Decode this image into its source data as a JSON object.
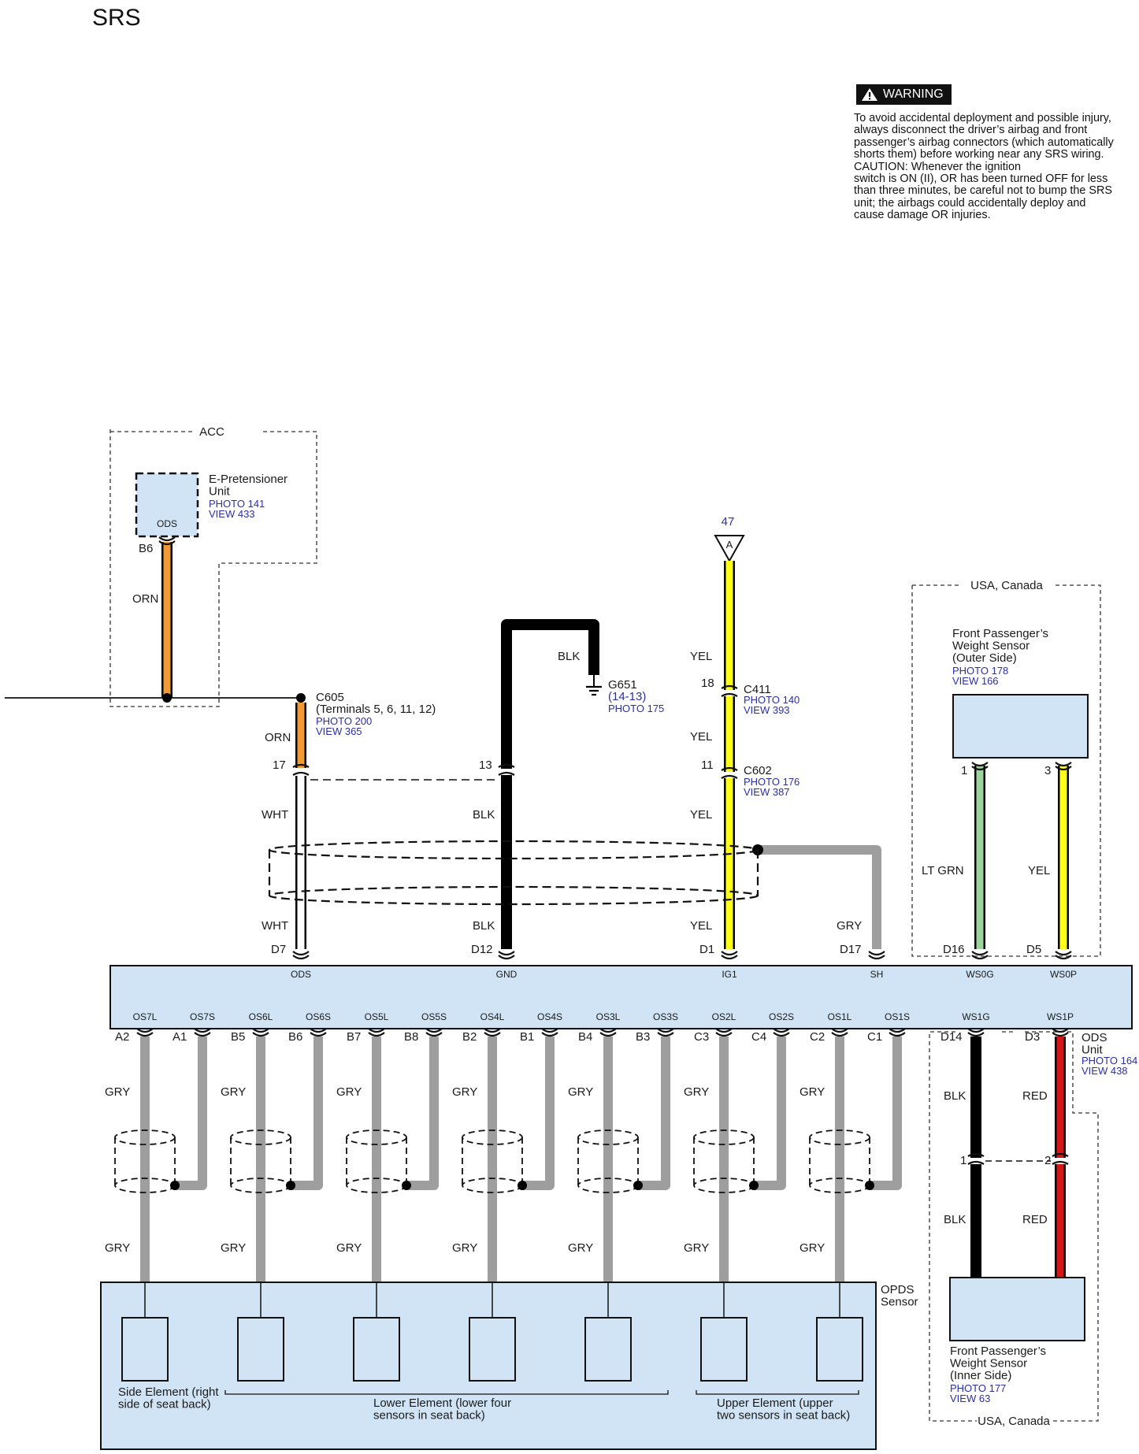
{
  "title": "SRS",
  "warning": {
    "label": "WARNING",
    "lines": [
      "To avoid accidental deployment and possible injury,",
      "always disconnect the driver’s airbag and front",
      "passenger’s airbag connectors (which automatically",
      "shorts them) before working near any SRS wiring.",
      "CAUTION: Whenever the ignition",
      "switch is ON (II), OR has been turned OFF for less",
      "than three minutes, be careful not to bump the SRS",
      "unit; the airbags could accidentally deploy and",
      "cause damage OR injuries."
    ]
  },
  "colors": {
    "ORN": "#f39a38",
    "YEL": "#ffff1a",
    "BLK": "#000000",
    "WHT": "#ffffff",
    "GRY": "#9e9e9e",
    "LT GRN": "#9bd49c",
    "RED": "#d41616",
    "component_fill": "#d0e4f6",
    "link": "#2b2fa6"
  },
  "acc_box": {
    "label": "ACC",
    "unit": {
      "name": [
        "E-Pretensioner",
        "Unit"
      ],
      "photo": "PHOTO 141",
      "view": "VIEW 433",
      "pin_label": "ODS",
      "connector_pin": "B6",
      "wire_color": "ORN"
    }
  },
  "connector_c605": {
    "name": "C605",
    "detail": "(Terminals 5, 6, 11, 12)",
    "photo": "PHOTO 200",
    "view": "VIEW 365"
  },
  "ground_g651": {
    "name": "G651",
    "grid": "(14-13)",
    "photo": "PHOTO 175"
  },
  "connector_c411": {
    "name": "C411",
    "photo": "PHOTO 140",
    "view": "VIEW 393"
  },
  "connector_c602": {
    "name": "C602",
    "photo": "PHOTO 176",
    "view": "VIEW 387"
  },
  "ref_a": {
    "page": "47",
    "letter": "A"
  },
  "wires": {
    "ods": {
      "upper_color": "ORN",
      "pin_top": "17",
      "mid_color": "WHT",
      "low_color": "WHT",
      "pin_unit": "D7",
      "unit_label": "ODS"
    },
    "gnd": {
      "top_color": "BLK",
      "pin_top": "13",
      "mid_color": "BLK",
      "low_color": "BLK",
      "pin_unit": "D12",
      "unit_label": "GND"
    },
    "ig1": {
      "color1": "YEL",
      "pin_c411": "18",
      "color2": "YEL",
      "pin_c602": "11",
      "color3": "YEL",
      "color4": "YEL",
      "pin_unit": "D1",
      "unit_label": "IG1"
    },
    "sh": {
      "color": "GRY",
      "pin_unit": "D17",
      "unit_label": "SH"
    }
  },
  "outer_sensor": {
    "region_label": "USA, Canada",
    "name": [
      "Front Passenger’s",
      "Weight Sensor",
      "(Outer Side)"
    ],
    "photo": "PHOTO 178",
    "view": "VIEW 166",
    "pins": [
      {
        "pin": "1",
        "color": "LT GRN",
        "unit_pin": "D16",
        "unit_label": "WS0G"
      },
      {
        "pin": "3",
        "color": "YEL",
        "unit_pin": "D5",
        "unit_label": "WS0P"
      }
    ]
  },
  "ods_unit_labels": [
    "ODS",
    "Unit"
  ],
  "ods_unit_photo": "PHOTO 164",
  "ods_unit_view": "VIEW 438",
  "os_pairs": [
    {
      "l_label": "OS7L",
      "s_label": "OS7S",
      "l_pin": "A2",
      "s_pin": "A1",
      "color": "GRY"
    },
    {
      "l_label": "OS6L",
      "s_label": "OS6S",
      "l_pin": "B5",
      "s_pin": "B6",
      "color": "GRY"
    },
    {
      "l_label": "OS5L",
      "s_label": "OS5S",
      "l_pin": "B7",
      "s_pin": "B8",
      "color": "GRY"
    },
    {
      "l_label": "OS4L",
      "s_label": "OS4S",
      "l_pin": "B2",
      "s_pin": "B1",
      "color": "GRY"
    },
    {
      "l_label": "OS3L",
      "s_label": "OS3S",
      "l_pin": "B4",
      "s_pin": "B3",
      "color": "GRY"
    },
    {
      "l_label": "OS2L",
      "s_label": "OS2S",
      "l_pin": "C3",
      "s_pin": "C4",
      "color": "GRY"
    },
    {
      "l_label": "OS1L",
      "s_label": "OS1S",
      "l_pin": "C2",
      "s_pin": "C1",
      "color": "GRY"
    }
  ],
  "ws1": [
    {
      "unit_label": "WS1G",
      "unit_pin": "D14",
      "color": "BLK",
      "junction_pin": "1",
      "color_low": "BLK"
    },
    {
      "unit_label": "WS1P",
      "unit_pin": "D3",
      "color": "RED",
      "junction_pin": "2",
      "color_low": "RED"
    }
  ],
  "inner_sensor": {
    "name": [
      "Front Passenger’s",
      "Weight Sensor",
      "(Inner Side)"
    ],
    "photo": "PHOTO 177",
    "view": "VIEW 63",
    "region_label": "USA, Canada"
  },
  "opds": {
    "label": [
      "OPDS",
      "Sensor"
    ],
    "side_element": [
      "Side Element (right",
      "side of seat back)"
    ],
    "lower_element": [
      "Lower Element (lower four",
      "sensors in seat back)"
    ],
    "upper_element": [
      "Upper Element (upper",
      "two sensors in seat back)"
    ]
  }
}
